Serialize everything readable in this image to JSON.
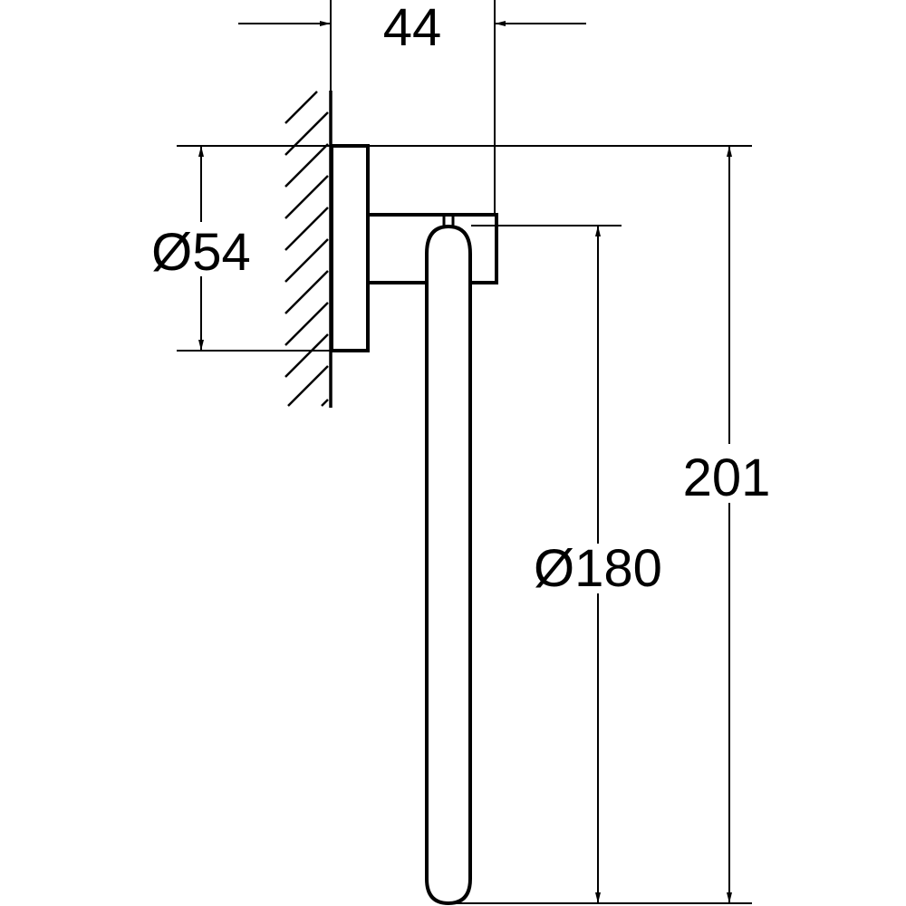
{
  "dimensions": {
    "projection": "44",
    "rosette_diameter": "Ø54",
    "total_height": "201",
    "ring_diameter": "Ø180"
  },
  "colors": {
    "line": "#000000",
    "background": "#ffffff"
  }
}
